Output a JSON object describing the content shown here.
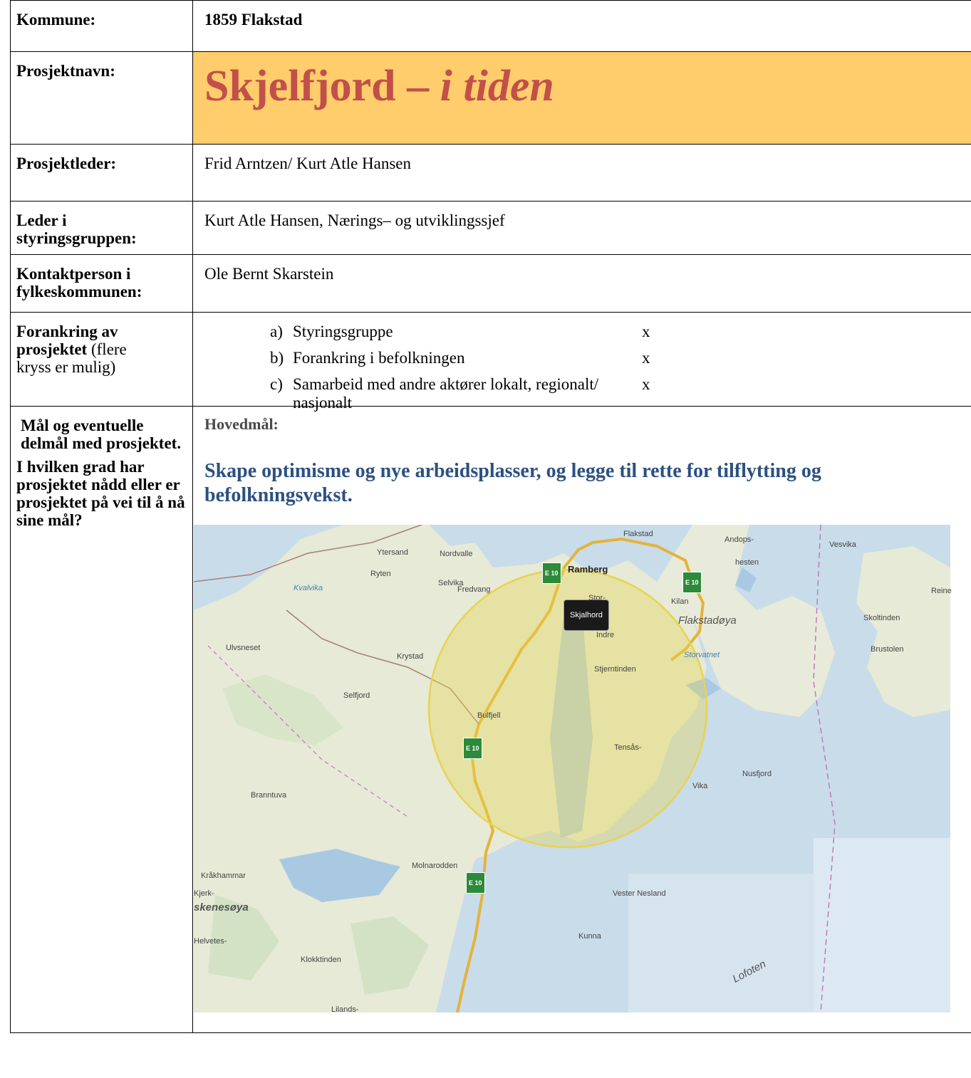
{
  "rows": {
    "kommune": {
      "label": "Kommune:",
      "value": "1859 Flakstad"
    },
    "prosjektnavn": {
      "label": "Prosjektnavn:",
      "title_main": "Skjelfjord – ",
      "title_italic": "i tiden"
    },
    "prosjektleder": {
      "label": "Prosjektleder:",
      "value": "Frid Arntzen/ Kurt Atle Hansen"
    },
    "leder": {
      "label_line1": "Leder i",
      "label_line2": "styringsgruppen:",
      "value": "Kurt Atle Hansen, Nærings– og utviklingssjef"
    },
    "kontakt": {
      "label_line1": "Kontaktperson i",
      "label_line2": "fylkeskommunen:",
      "value": "Ole Bernt Skarstein"
    },
    "forankring": {
      "label_bold1": "Forankring av",
      "label_bold2": "prosjektet",
      "label_plain2": " (flere",
      "label_plain3": "kryss er mulig)",
      "options": [
        {
          "letter": "a)",
          "text": "Styringsgruppe",
          "mark": "x"
        },
        {
          "letter": "b)",
          "text": "Forankring i befolkningen",
          "mark": "x"
        },
        {
          "letter": "c)",
          "text": "Samarbeid med andre aktører lokalt, regionalt/ nasjonalt",
          "mark": "x"
        }
      ]
    },
    "maal": {
      "label1": "Mål og eventuelle delmål med prosjektet.",
      "label2": "I hvilken grad har prosjektet nådd eller er prosjektet på vei til å nå sine mål?",
      "hovedmaal": "Hovedmål:",
      "goal": "Skape optimisme og nye arbeidsplasser, og legge til rette for tilflytting og befolkningsvekst."
    }
  },
  "map": {
    "marker": "Skjalhord",
    "road": "E 10",
    "labels": {
      "ramberg": "Ramberg",
      "flakstadoya": "Flakstadøya",
      "lofoten": "Lofoten",
      "skenesoya": "skenesøya",
      "kvalvika": "Kvalvika",
      "selfjord": "Selfjord",
      "nusfjord": "Nusfjord",
      "vester_nesland": "Vester Nesland",
      "molnarodden": "Molnarodden",
      "krakhammar": "Kråkhammar",
      "klokktinden": "Klokktinden",
      "branntuva": "Branntuva",
      "ytersand": "Ytersand",
      "nordvalle": "Nordvalle",
      "ryten": "Ryten",
      "stortinden": "Stor-",
      "stjerntinden": "Stjerntinden",
      "tensas": "Tensås-",
      "bulfjell": "Bulfjell",
      "storvatnet": "Storvatnet",
      "skoltinden": "Skoltinden",
      "brustolen": "Brustolen",
      "kunna": "Kunna",
      "hesten": "hesten",
      "andops": "Andops-",
      "ulvsneset": "Ulvsneset",
      "krystad": "Krystad",
      "fredvang": "Fredvang",
      "kilan": "Kilan",
      "vikan": "Vika",
      "reine": "Reine",
      "vesvika": "Vesvika",
      "selvika": "Selvika",
      "kjerk": "Kjerk-",
      "helvetes": "Helvetes-",
      "lilands": "Lilands-",
      "hetta": "Flakstad",
      "indre": "Indre"
    }
  }
}
